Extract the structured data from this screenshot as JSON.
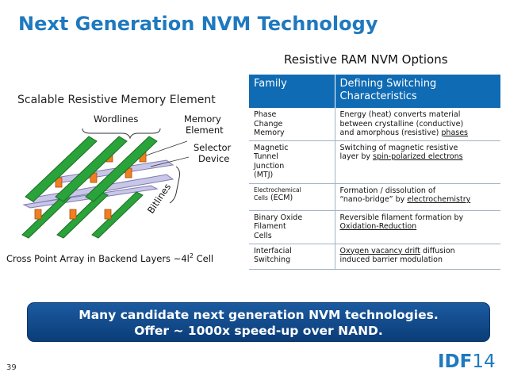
{
  "slide": {
    "title": "Next Generation NVM Technology",
    "page_number": "39"
  },
  "left": {
    "title": "Scalable Resistive Memory Element",
    "labels": {
      "wordlines": "Wordlines",
      "memory_element_l1": "Memory",
      "memory_element_l2": "Element",
      "selector_l1": "Selector",
      "selector_l2": "Device",
      "bitlines": "Bitlines"
    },
    "caption_main": "Cross Point Array in Backend Layers ~4l",
    "caption_sup": "2",
    "caption_tail": " Cell",
    "colors": {
      "green": "#2aa33a",
      "purple": "#c9c7e8",
      "orange": "#f07f22"
    }
  },
  "table": {
    "title": "Resistive RAM NVM Options",
    "headers": [
      "Family",
      "Defining Switching Characteristics"
    ],
    "rows": [
      {
        "family_lines": [
          "Phase",
          "Change",
          "Memory"
        ],
        "desc_l1": "Energy (heat) converts material",
        "desc_l2": "between crystalline (conductive)",
        "desc_l3_pre": "and amorphous (resistive) ",
        "desc_l3_u": "phases"
      },
      {
        "family_lines": [
          "Magnetic",
          "Tunnel",
          "Junction",
          "(MTJ)"
        ],
        "desc_l1": "Switching of magnetic resistive",
        "desc_l2_pre": "layer by ",
        "desc_l2_u": "spin-polarized electrons"
      },
      {
        "family_l1": "Electrochemical",
        "family_l2_small": "Cells",
        "family_l2_big": " (ECM)",
        "desc_l1": "Formation / dissolution of",
        "desc_l2_pre": "“nano-bridge” by ",
        "desc_l2_u": "electrochemistry"
      },
      {
        "family_lines": [
          "Binary Oxide",
          "Filament",
          "Cells"
        ],
        "desc_l1": "Reversible filament formation by",
        "desc_l2_u": "Oxidation-Reduction"
      },
      {
        "family_lines": [
          "Interfacial",
          "Switching"
        ],
        "desc_l1_u": "Oxygen vacancy drift",
        "desc_l1_post": " diffusion",
        "desc_l2": "induced barrier modulation"
      }
    ]
  },
  "banner": {
    "line1": "Many candidate next generation NVM technologies.",
    "line2": "Offer ~ 1000x speed-up over NAND."
  },
  "logo": {
    "text_main": "IDF",
    "text_year": "14"
  }
}
